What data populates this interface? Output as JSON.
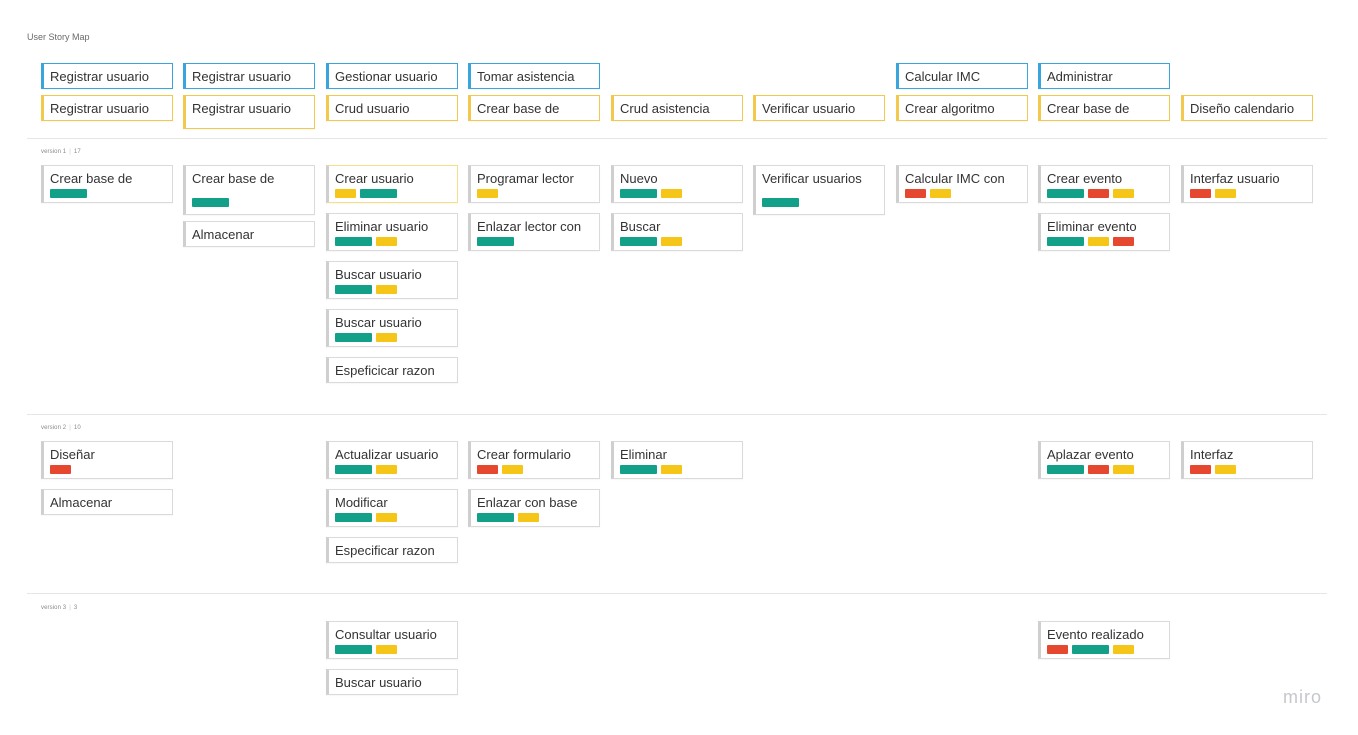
{
  "board": {
    "title": "User Story Map",
    "logo": "miro"
  },
  "activities": [
    {
      "text": "Registrar usuario",
      "kind": "activity"
    },
    {
      "text": "Registrar usuario",
      "kind": "activity"
    },
    {
      "text": "Gestionar usuario",
      "kind": "activity"
    },
    {
      "text": "Tomar asistencia",
      "kind": "activity"
    },
    {
      "text": "Calcular IMC",
      "kind": "activity"
    },
    {
      "text": "Administrar",
      "kind": "activity"
    }
  ],
  "tasks": [
    {
      "text": "Registrar usuario"
    },
    {
      "text": "Registrar usuario"
    },
    {
      "text": "Crud usuario"
    },
    {
      "text": "Crear base de"
    },
    {
      "text": "Crud asistencia"
    },
    {
      "text": "Verificar usuario"
    },
    {
      "text": "Crear algoritmo"
    },
    {
      "text": "Crear base de"
    },
    {
      "text": "Diseño calendario"
    }
  ],
  "releases": [
    {
      "name": "version 1",
      "count": "17"
    },
    {
      "name": "version 2",
      "count": "10"
    },
    {
      "name": "version 3",
      "count": "3"
    }
  ],
  "stories": [
    {
      "text": "Crear base de",
      "tags": [
        "green"
      ]
    },
    {
      "text": "Crear base de",
      "tags": [
        "green"
      ]
    },
    {
      "text": "Almacenar",
      "tags": []
    },
    {
      "text": "Crear usuario",
      "tags": [
        "yellow",
        "green"
      ]
    },
    {
      "text": "Eliminar usuario",
      "tags": [
        "green",
        "yellow"
      ]
    },
    {
      "text": "Buscar usuario",
      "tags": [
        "green",
        "yellow"
      ]
    },
    {
      "text": "Buscar usuario",
      "tags": [
        "green",
        "yellow"
      ]
    },
    {
      "text": "Espeficicar razon",
      "tags": []
    },
    {
      "text": "Programar lector",
      "tags": [
        "yellow"
      ]
    },
    {
      "text": "Enlazar lector con",
      "tags": [
        "green"
      ]
    },
    {
      "text": "Nuevo",
      "tags": [
        "green",
        "yellow"
      ]
    },
    {
      "text": "Buscar",
      "tags": [
        "green",
        "yellow"
      ]
    },
    {
      "text": "Verificar usuarios",
      "tags": [
        "green"
      ]
    },
    {
      "text": "Calcular IMC con",
      "tags": [
        "red",
        "yellow"
      ]
    },
    {
      "text": "Crear evento",
      "tags": [
        "green",
        "red",
        "yellow"
      ]
    },
    {
      "text": "Eliminar evento",
      "tags": [
        "green",
        "yellow",
        "red"
      ]
    },
    {
      "text": "Interfaz usuario",
      "tags": [
        "red",
        "yellow"
      ]
    },
    {
      "text": "Diseñar",
      "tags": [
        "red"
      ]
    },
    {
      "text": "Almacenar",
      "tags": []
    },
    {
      "text": "Actualizar usuario",
      "tags": [
        "green",
        "yellow"
      ]
    },
    {
      "text": "Modificar",
      "tags": [
        "green",
        "yellow"
      ]
    },
    {
      "text": "Especificar razon",
      "tags": []
    },
    {
      "text": "Crear formulario",
      "tags": [
        "red",
        "yellow"
      ]
    },
    {
      "text": "Enlazar con base",
      "tags": [
        "green",
        "yellow"
      ]
    },
    {
      "text": "Eliminar",
      "tags": [
        "green",
        "yellow"
      ]
    },
    {
      "text": "Aplazar evento",
      "tags": [
        "green",
        "red",
        "yellow"
      ]
    },
    {
      "text": "Interfaz",
      "tags": [
        "red",
        "yellow"
      ]
    },
    {
      "text": "Consultar usuario",
      "tags": [
        "green",
        "yellow"
      ]
    },
    {
      "text": "Buscar usuario",
      "tags": []
    },
    {
      "text": "Evento realizado",
      "tags": [
        "red",
        "green",
        "yellow"
      ]
    }
  ],
  "colors": {
    "activity_border": "#3aa5dc",
    "task_border": "#f2c94c",
    "tag_green": "#12a089",
    "tag_yellow": "#f5c518",
    "tag_red": "#e5482f"
  }
}
